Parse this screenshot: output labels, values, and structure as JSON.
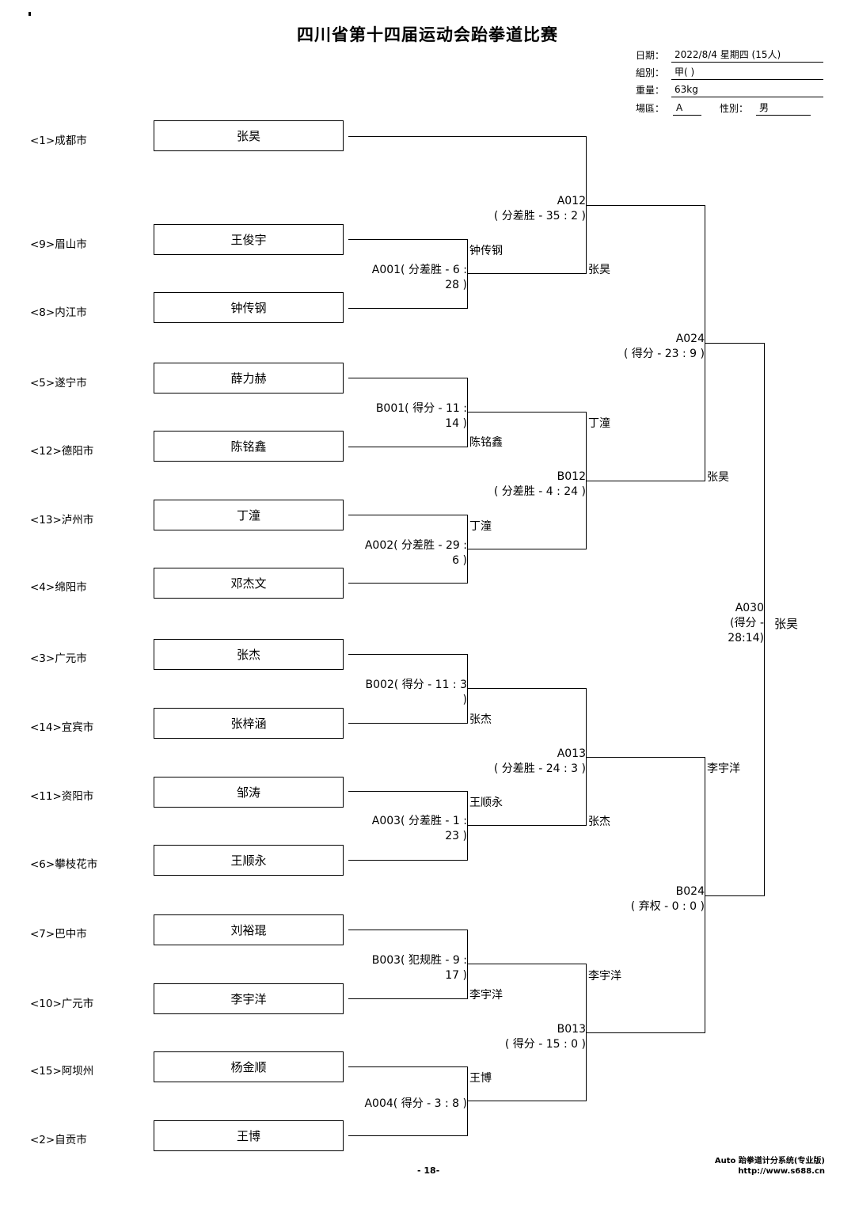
{
  "title": "四川省第十四届运动会跆拳道比赛",
  "info": {
    "date_label": "日期：",
    "date_value": "2022/8/4  星期四  (15人)",
    "group_label": "組別：",
    "group_value": "甲( )",
    "weight_label": "重量：",
    "weight_value": "63kg",
    "area_label": "場區：",
    "area_value": "A",
    "gender_label": "性別：",
    "gender_value": "男"
  },
  "entrants": [
    {
      "seed": "<1>成都市",
      "name": "张昊"
    },
    {
      "seed": "<9>眉山市",
      "name": "王俊宇"
    },
    {
      "seed": "<8>内江市",
      "name": "钟传钢"
    },
    {
      "seed": "<5>遂宁市",
      "name": "薛力赫"
    },
    {
      "seed": "<12>德阳市",
      "name": "陈铭鑫"
    },
    {
      "seed": "<13>泸州市",
      "name": "丁潼"
    },
    {
      "seed": "<4>绵阳市",
      "name": "邓杰文"
    },
    {
      "seed": "<3>广元市",
      "name": "张杰"
    },
    {
      "seed": "<14>宜宾市",
      "name": "张梓涵"
    },
    {
      "seed": "<11>资阳市",
      "name": "邹涛"
    },
    {
      "seed": "<6>攀枝花市",
      "name": "王顺永"
    },
    {
      "seed": "<7>巴中市",
      "name": "刘裕琨"
    },
    {
      "seed": "<10>广元市",
      "name": "李宇洋"
    },
    {
      "seed": "<15>阿坝州",
      "name": "杨金顺"
    },
    {
      "seed": "<2>自贡市",
      "name": "王博"
    }
  ],
  "matches": {
    "A001": {
      "l1": "A001( 分差胜 - 6 :",
      "l2": "28 )",
      "winner": "钟传钢"
    },
    "B001": {
      "l1": "B001( 得分 - 11 :",
      "l2": "14 )",
      "winner": "陈铭鑫"
    },
    "A002": {
      "l1": "A002( 分差胜 - 29 :",
      "l2": "6 )",
      "winner": "丁潼"
    },
    "B002": {
      "l1": "B002( 得分 - 11 : 3",
      "l2": ")",
      "winner": "张杰"
    },
    "A003": {
      "l1": "A003( 分差胜 - 1 :",
      "l2": "23 )",
      "winner": "王顺永"
    },
    "B003": {
      "l1": "B003( 犯规胜 - 9 :",
      "l2": "17 )",
      "winner": "李宇洋"
    },
    "A004": {
      "l1": "A004( 得分 - 3 : 8 )",
      "winner": "王博"
    },
    "A012": {
      "l1": "A012",
      "l2": "( 分差胜 - 35 : 2 )",
      "winner": "张昊"
    },
    "B012": {
      "l1": "B012",
      "l2": "( 分差胜 - 4 : 24 )",
      "winner": "丁潼"
    },
    "A013": {
      "l1": "A013",
      "l2": "( 分差胜 - 24 : 3 )",
      "winner": "张杰"
    },
    "B013": {
      "l1": "B013",
      "l2": "( 得分 - 15 : 0 )",
      "winner": "李宇洋"
    },
    "A024": {
      "l1": "A024",
      "l2": "( 得分 - 23 : 9 )",
      "winner": "张昊"
    },
    "B024": {
      "l1": "B024",
      "l2": "( 弃权 - 0 : 0 )",
      "winner": "李宇洋"
    },
    "A030": {
      "l1": "A030",
      "l2": "(得分 -",
      "l3": "28:14)",
      "winner": "张昊"
    }
  },
  "footer": {
    "page": "- 18-",
    "software": "Auto 跆拳道计分系统(专业版)",
    "url": "http://www.s688.cn"
  }
}
